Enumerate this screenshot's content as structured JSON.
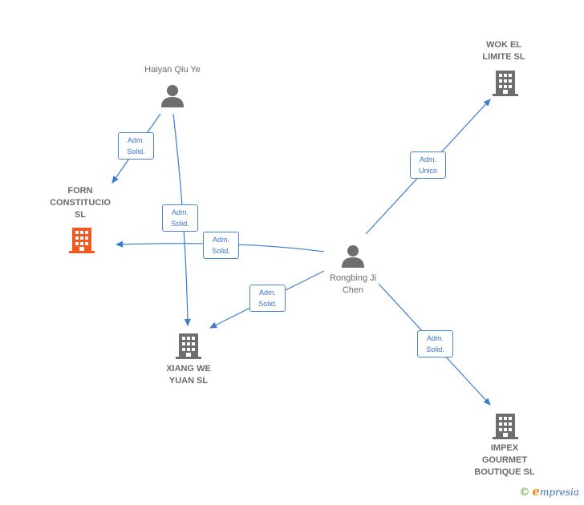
{
  "colors": {
    "edge": "#3a7dd0",
    "node_gray": "#6e6e6e",
    "node_highlight": "#f05a22"
  },
  "nodes": {
    "haiyan": {
      "label": "Haiyan Qiu Ye",
      "kind": "person"
    },
    "rongbing": {
      "label": "Rongbing Ji\nChen",
      "kind": "person"
    },
    "forn": {
      "label": "FORN\nCONSTITUCIO\nSL",
      "kind": "company",
      "highlight": true
    },
    "xiang": {
      "label": "XIANG WE\nYUAN  SL",
      "kind": "company"
    },
    "wok": {
      "label": "WOK EL\nLIMITE SL",
      "kind": "company"
    },
    "impex": {
      "label": "IMPEX\nGOURMET\nBOUTIQUE SL",
      "kind": "company"
    }
  },
  "edges": {
    "haiyan_forn": "Adm.\nSolid.",
    "haiyan_xiang": "Adm.\nSolid.",
    "rongbing_forn": "Adm.\nSolid.",
    "rongbing_xiang": "Adm.\nSolid.",
    "rongbing_wok": "Adm.\nUnico",
    "rongbing_impex": "Adm.\nSolid."
  },
  "footer": {
    "copyright_symbol": "©",
    "brand_initial": "e",
    "brand_rest": "mpresia"
  }
}
